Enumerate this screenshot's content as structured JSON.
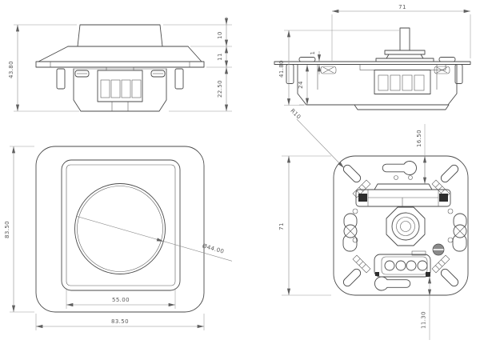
{
  "colors": {
    "background": "#ffffff",
    "object_line": "#4a4a4a",
    "dimension_line": "#8c8c8c",
    "label_text": "#585858"
  },
  "views": {
    "side_cover": {
      "dims": {
        "total_depth": "43.80",
        "knob_height": "10",
        "frame_depth": "11",
        "body_depth": "22.50"
      }
    },
    "side_mechanism": {
      "dims": {
        "plate_width": "71",
        "total_depth": "41.80",
        "plate_thickness": "1",
        "insert_depth": "24"
      }
    },
    "front": {
      "dims": {
        "frame_height": "83.50",
        "frame_width": "83.50",
        "inner_frame_width": "55.00",
        "knob_diameter": "Ø44.00"
      }
    },
    "back": {
      "dims": {
        "corner_slot_radius": "R10",
        "plate_to_body": "16.50",
        "plate_height": "71",
        "terminal_to_edge": "11.30"
      }
    }
  }
}
